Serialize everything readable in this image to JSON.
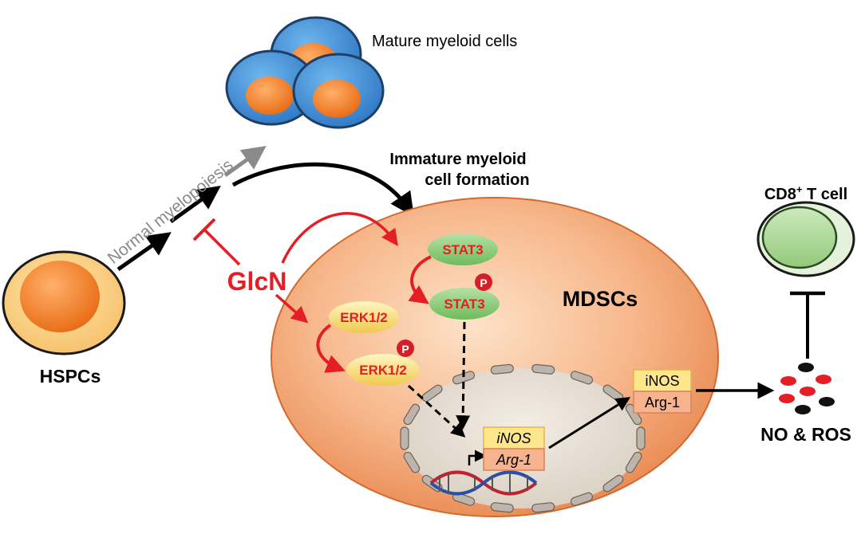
{
  "labels": {
    "mature_myeloid": "Mature myeloid cells",
    "normal_myelopoiesis": "Normal myelopoiesis",
    "immature_line1": "Immature myeloid",
    "immature_line2": "cell formation",
    "hspcs": "HSPCs",
    "glcn": "GlcN",
    "mdscs": "MDSCs",
    "cd8_prefix": "CD8",
    "cd8_sup": "+",
    "cd8_suffix": " T cell",
    "no_ros": "NO & ROS"
  },
  "nodes": {
    "stat3": "STAT3",
    "stat3_p": "STAT3",
    "erk": "ERK1/2",
    "erk_p": "ERK1/2",
    "phospho": "P",
    "inos_gene": "iNOS",
    "arg1_gene": "Arg-1",
    "inos_protein": "iNOS",
    "arg1_protein": "Arg-1"
  },
  "colors": {
    "inhibitor_red": "#e31e24",
    "cell_orange": "#f0a070",
    "nucleus_fill": "#e8e0d6",
    "stat3_green": "#8ccd7a",
    "erk_yellow": "#f5e07a",
    "blue_cell": "#3d8fd8",
    "hspc_outer": "#fcd48a",
    "hspc_core": "#f07c28",
    "tcell_green": "#a6d691"
  }
}
